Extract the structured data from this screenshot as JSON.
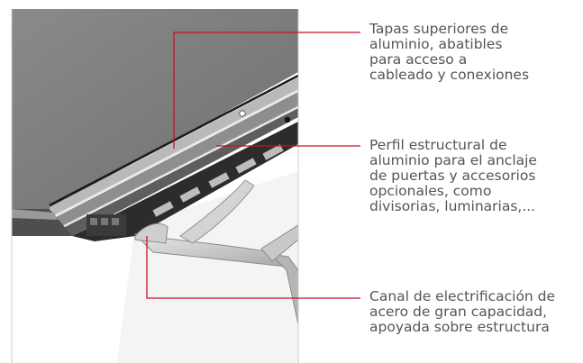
{
  "callouts": [
    {
      "lines": [
        "Tapas superiores de",
        "aluminio, abatibles",
        "para acceso a",
        "cableado y conexiones"
      ]
    },
    {
      "lines": [
        "Perfil estructural de",
        "aluminio para el anclaje",
        "de puertas y accesorios",
        "opcionales, como",
        "divisorias, luminarias,..."
      ]
    },
    {
      "lines": [
        "Canal de electrificación de",
        "acero de gran capacidad,",
        "apoyada sobre estructura"
      ]
    }
  ],
  "colors": {
    "leader": "#c8102e",
    "text": "#555555"
  }
}
